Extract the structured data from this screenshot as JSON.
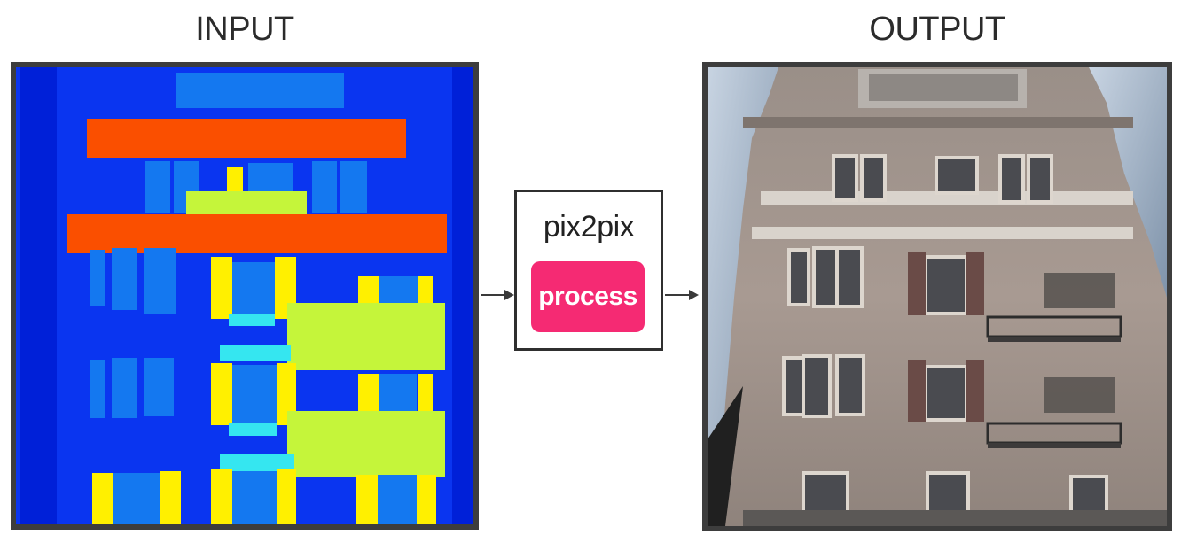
{
  "labels": {
    "input": "INPUT",
    "output": "OUTPUT"
  },
  "model": {
    "title": "pix2pix",
    "button_label": "process"
  },
  "colors": {
    "accent": "#f52a73",
    "frame": "#3d3d3d",
    "facade_background": "#0a35f0",
    "facade_wall": "#0028e0",
    "facade_window": "#1478f0",
    "facade_cornice": "#fa4f00",
    "facade_balcony": "#c5f53a",
    "facade_door": "#fff000",
    "facade_sill": "#35e6f0"
  }
}
